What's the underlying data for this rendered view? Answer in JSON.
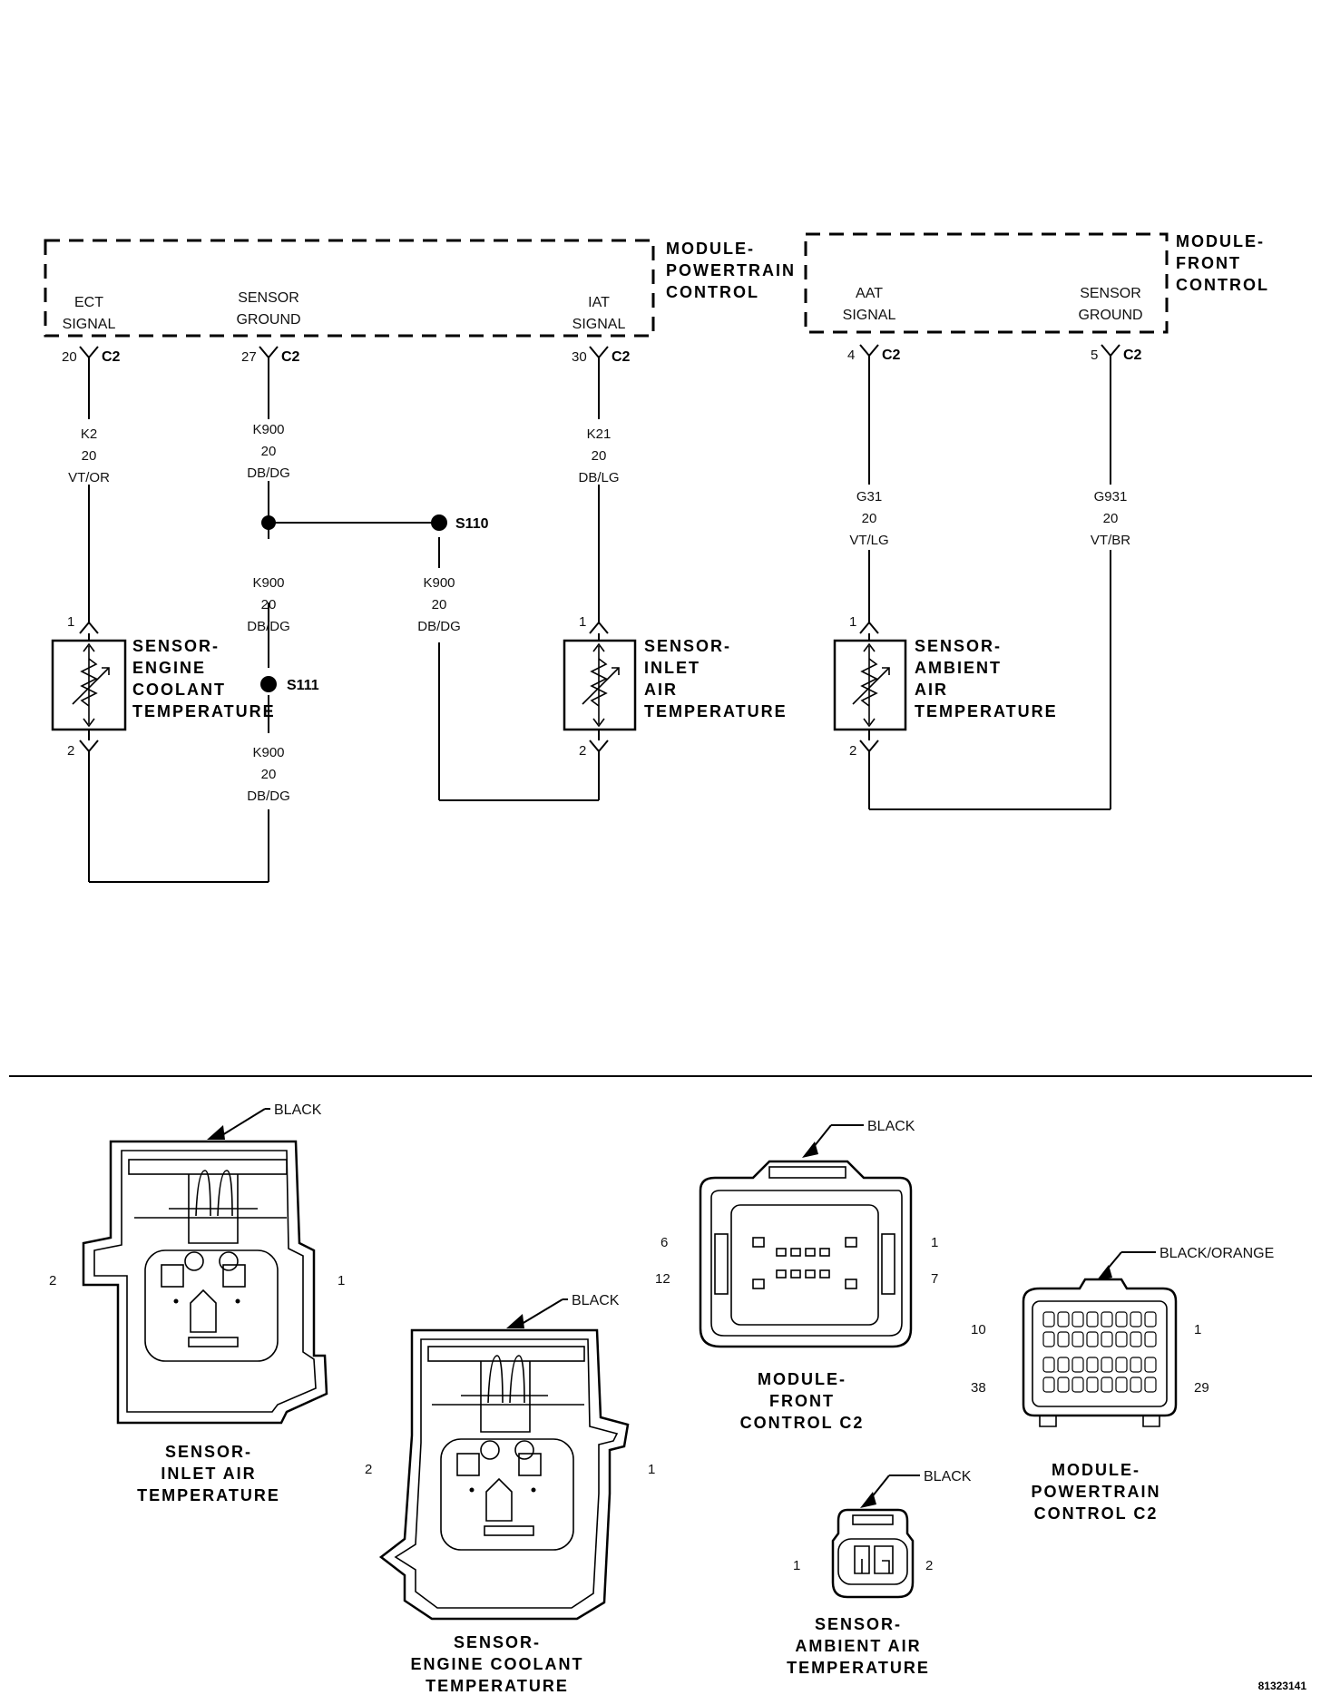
{
  "modules": {
    "pcm": {
      "title": [
        "MODULE-",
        "POWERTRAIN",
        "CONTROL"
      ],
      "pins": [
        {
          "name": [
            "ECT",
            "SIGNAL"
          ],
          "pin": "20",
          "conn": "C2",
          "wire": [
            "K2",
            "20",
            "VT/OR"
          ]
        },
        {
          "name": [
            "SENSOR",
            "GROUND"
          ],
          "pin": "27",
          "conn": "C2",
          "wire": [
            "K900",
            "20",
            "DB/DG"
          ]
        },
        {
          "name": [
            "IAT",
            "SIGNAL"
          ],
          "pin": "30",
          "conn": "C2",
          "wire": [
            "K21",
            "20",
            "DB/LG"
          ]
        }
      ]
    },
    "fcm": {
      "title": [
        "MODULE-",
        "FRONT",
        "CONTROL"
      ],
      "pins": [
        {
          "name": [
            "AAT",
            "SIGNAL"
          ],
          "pin": "4",
          "conn": "C2",
          "wire": [
            "G31",
            "20",
            "VT/LG"
          ]
        },
        {
          "name": [
            "SENSOR",
            "GROUND"
          ],
          "pin": "5",
          "conn": "C2",
          "wire": [
            "G931",
            "20",
            "VT/BR"
          ]
        }
      ]
    }
  },
  "splices": {
    "s110": "S110",
    "s111": "S111",
    "k900_branch": [
      "K900",
      "20",
      "DB/DG"
    ],
    "k900_mid": [
      "K900",
      "20",
      "DB/DG"
    ],
    "k900_low": [
      "K900",
      "20",
      "DB/DG"
    ]
  },
  "sensors": {
    "ect": {
      "title": [
        "SENSOR-",
        "ENGINE",
        "COOLANT",
        "TEMPERATURE"
      ],
      "pin1": "1",
      "pin2": "2"
    },
    "iat": {
      "title": [
        "SENSOR-",
        "INLET",
        "AIR",
        "TEMPERATURE"
      ],
      "pin1": "1",
      "pin2": "2"
    },
    "aat": {
      "title": [
        "SENSOR-",
        "AMBIENT",
        "AIR",
        "TEMPERATURE"
      ],
      "pin1": "1",
      "pin2": "2"
    }
  },
  "connectors": {
    "iat": {
      "color": "BLACK",
      "title": [
        "SENSOR-",
        "INLET AIR",
        "TEMPERATURE"
      ],
      "left_pin": "2",
      "right_pin": "1"
    },
    "ect": {
      "color": "BLACK",
      "title": [
        "SENSOR-",
        "ENGINE COOLANT",
        "TEMPERATURE"
      ],
      "left_pin": "2",
      "right_pin": "1"
    },
    "fcm": {
      "color": "BLACK",
      "title": [
        "MODULE-",
        "FRONT",
        "CONTROL C2"
      ],
      "pins": {
        "tl": "6",
        "bl": "12",
        "tr": "1",
        "br": "7"
      }
    },
    "aat": {
      "color": "BLACK",
      "title": [
        "SENSOR-",
        "AMBIENT AIR",
        "TEMPERATURE"
      ],
      "left_pin": "1",
      "right_pin": "2"
    },
    "pcm": {
      "color": "BLACK/ORANGE",
      "title": [
        "MODULE-",
        "POWERTRAIN",
        "CONTROL C2"
      ],
      "pins": {
        "tl": "10",
        "bl": "38",
        "tr": "1",
        "br": "29"
      }
    }
  },
  "figure_id": "81323141"
}
